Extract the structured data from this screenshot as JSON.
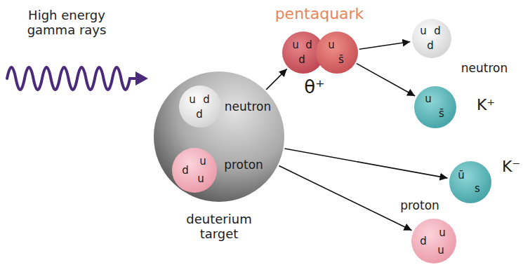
{
  "diagram": {
    "nodes": [
      {
        "text": [
          "deuterium target"
        ]
      },
      {
        "text": [
          "u",
          "d",
          "d",
          "neutron"
        ],
        "in": 0
      },
      {
        "text": [
          "d",
          "u",
          "u",
          "proton"
        ],
        "in": 0
      },
      {
        "text": [
          "pentaquark",
          "u",
          "d",
          "d",
          "u",
          "s̄",
          "θ⁺"
        ]
      },
      {
        "text": [
          "u",
          "d",
          "d",
          "neutron"
        ]
      },
      {
        "text": [
          "u",
          "s̄",
          "K⁺"
        ]
      },
      {
        "text": [
          "ū",
          "s",
          "K⁻"
        ]
      },
      {
        "text": [
          "proton",
          "d",
          "u",
          "u"
        ]
      }
    ],
    "edges": [
      {
        "from": 0,
        "to": 3,
        "arrow": "to"
      },
      {
        "from": 3,
        "to": 4,
        "arrow": "to"
      },
      {
        "from": 3,
        "to": 5,
        "arrow": "to"
      },
      {
        "from": 0,
        "to": 6,
        "arrow": "to"
      },
      {
        "from": 0,
        "to": 7,
        "arrow": "to"
      }
    ],
    "labels": [
      "High energy gamma rays"
    ]
  }
}
